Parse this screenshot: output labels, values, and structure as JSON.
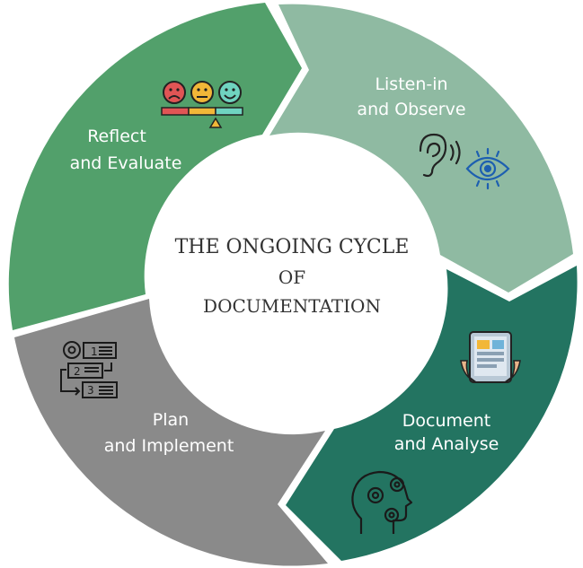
{
  "center": {
    "line1": "THE ONGOING CYCLE",
    "line2": "OF",
    "line3": "DOCUMENTATION"
  },
  "segments": [
    {
      "line1": "Listen-in",
      "line2": "and Observe",
      "color": "#8fbaa2"
    },
    {
      "line1": "Document",
      "line2": "and Analyse",
      "color": "#237461"
    },
    {
      "line1": "Plan",
      "line2": "and Implement",
      "color": "#8a8a8a"
    },
    {
      "line1": "Reflect",
      "line2": "and Evaluate",
      "color": "#52a06b"
    }
  ],
  "icons": {
    "listen": "ear-icon",
    "observe": "eye-icon",
    "document": "tablet-icon",
    "analyse": "head-gears-icon",
    "plan": "steps-icon",
    "reflect": "feedback-faces-icon"
  }
}
